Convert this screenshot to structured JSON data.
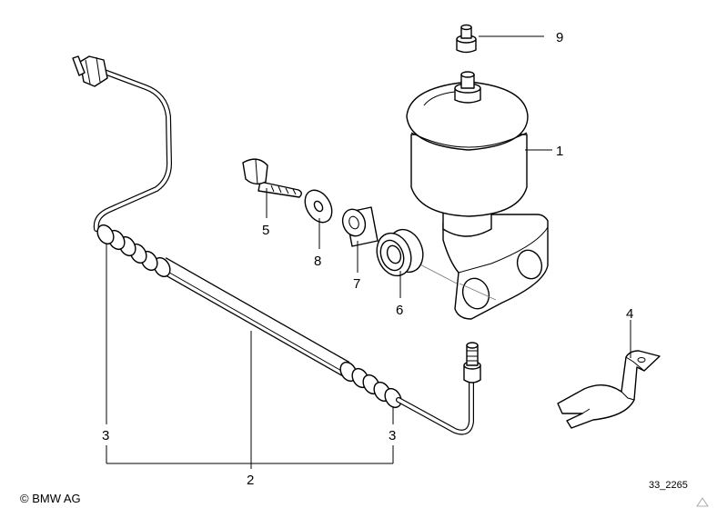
{
  "callouts": {
    "c1": "1",
    "c2": "2",
    "c3_left": "3",
    "c3_right": "3",
    "c4": "4",
    "c5": "5",
    "c6": "6",
    "c7": "7",
    "c8": "8",
    "c9": "9"
  },
  "footer": {
    "copyright": "© BMW AG",
    "ref_code": "33_2265"
  }
}
